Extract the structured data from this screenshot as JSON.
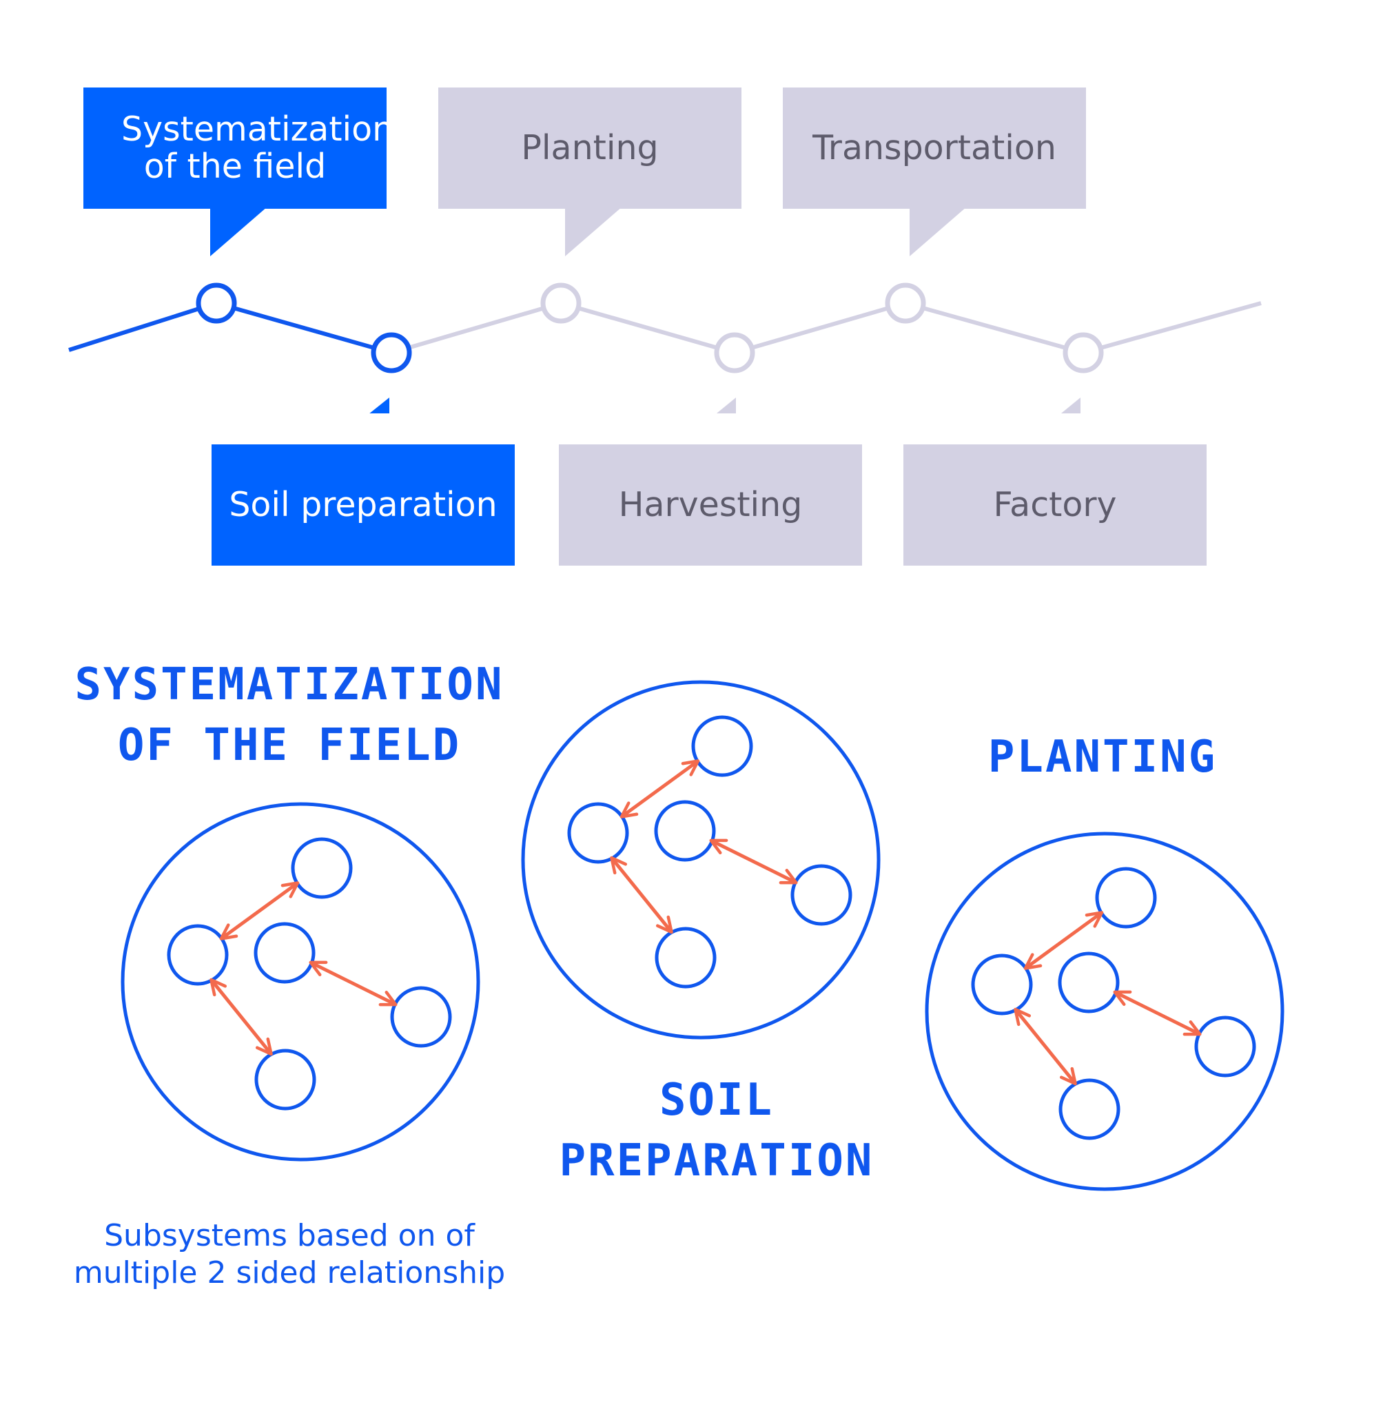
{
  "timeline": {
    "stages": [
      {
        "label": "Systematization of the field",
        "active": true,
        "position": "top"
      },
      {
        "label": "Soil preparation",
        "active": true,
        "position": "bottom"
      },
      {
        "label": "Planting",
        "active": false,
        "position": "top"
      },
      {
        "label": "Harvesting",
        "active": false,
        "position": "bottom"
      },
      {
        "label": "Transportation",
        "active": false,
        "position": "top"
      },
      {
        "label": "Factory",
        "active": false,
        "position": "bottom"
      }
    ]
  },
  "subsystems": {
    "titles": [
      {
        "line1": "SYSTEMATIZATION",
        "line2": "OF THE FIELD"
      },
      {
        "line1": "SOIL",
        "line2": "PREPARATION"
      },
      {
        "line1": "PLANTING",
        "line2": ""
      }
    ],
    "caption_line1": "Subsystems based on of",
    "caption_line2": "multiple 2 sided relationship"
  },
  "colors": {
    "active": "#0063ff",
    "inactive": "#d3d1e3",
    "inactive_text": "#5d5b6b",
    "line_active": "#0f57ee",
    "line_inactive": "#d3d1e3",
    "arrow": "#f36a4c"
  }
}
